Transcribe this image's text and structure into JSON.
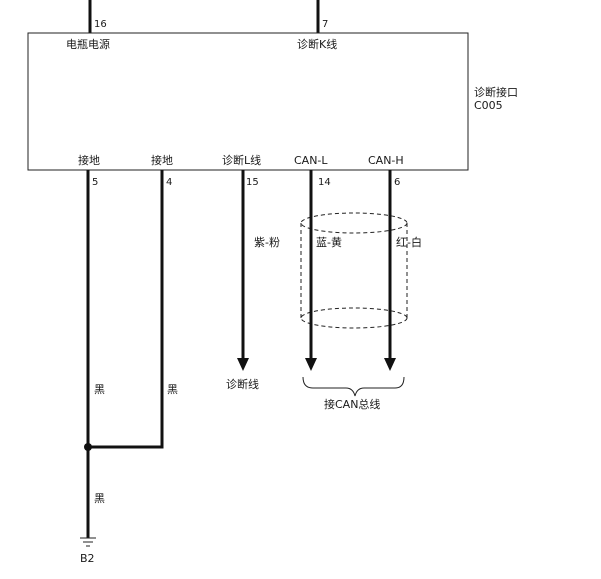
{
  "connector": {
    "name": "诊断接口",
    "code": "C005",
    "top_pins": [
      {
        "label": "电瓶电源",
        "pin": "16"
      },
      {
        "label": "诊断K线",
        "pin": "7"
      }
    ],
    "bottom_pins": [
      {
        "label": "接地",
        "pin": "5"
      },
      {
        "label": "接地",
        "pin": "4"
      },
      {
        "label": "诊断L线",
        "pin": "15"
      },
      {
        "label": "CAN-L",
        "pin": "14"
      },
      {
        "label": "CAN-H",
        "pin": "6"
      }
    ]
  },
  "wire_colors": {
    "pin15": "紫-粉",
    "pin14": "蓝-黄",
    "pin6": "红-白",
    "pin5": "黑",
    "pin4": "黑",
    "ground": "黑"
  },
  "destinations": {
    "diag_line": "诊断线",
    "can_bus": "接CAN总线"
  },
  "ground": {
    "code": "B2"
  }
}
